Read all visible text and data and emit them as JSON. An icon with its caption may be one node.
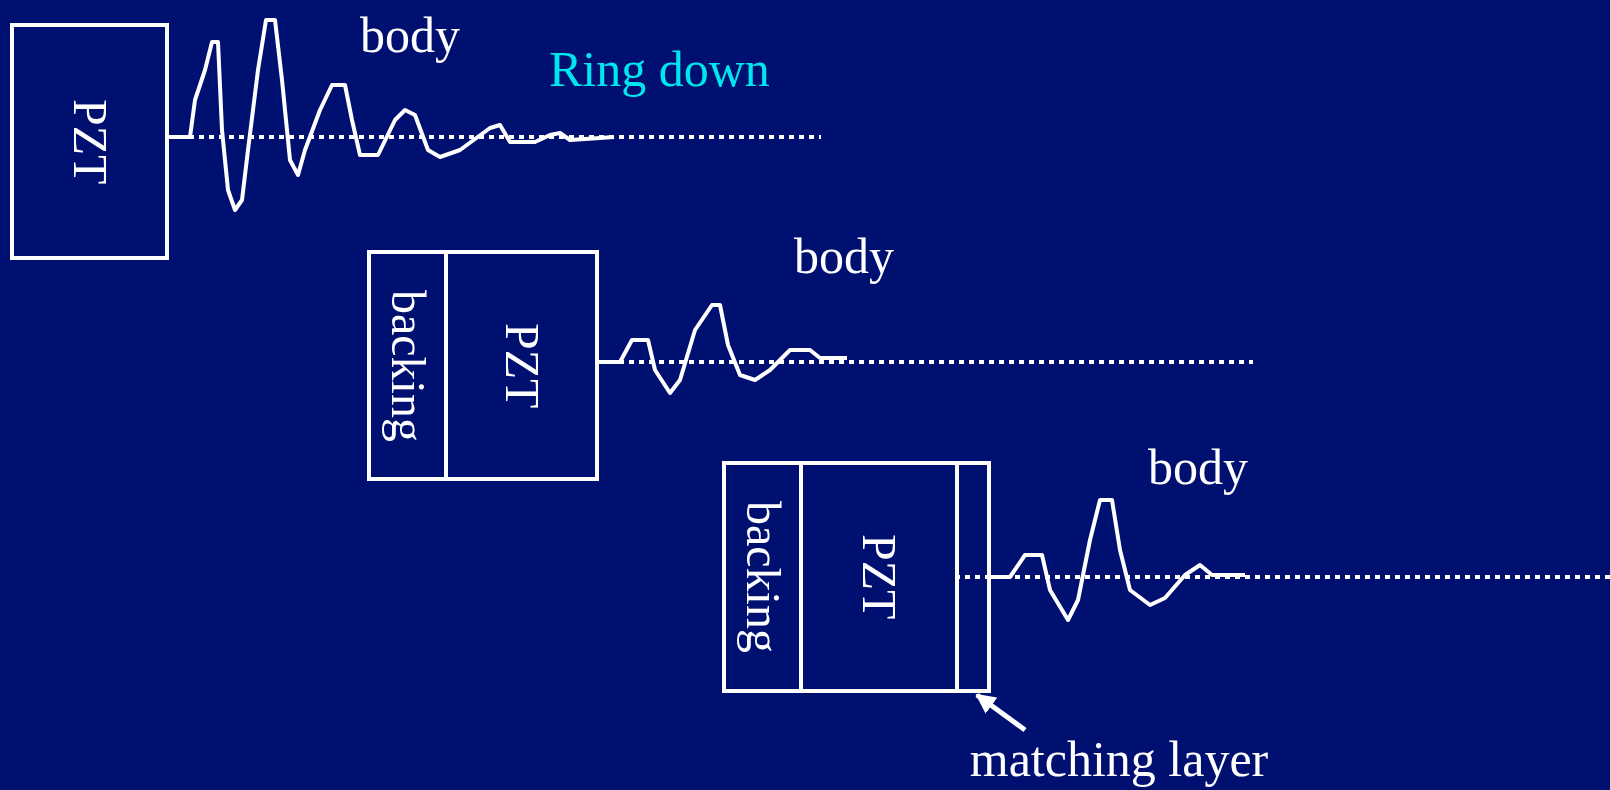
{
  "diagram": {
    "nodes": [
      {
        "text": [
          "PZT"
        ]
      },
      {
        "text": [
          "backing"
        ]
      },
      {
        "text": [
          "PZT"
        ]
      },
      {
        "text": [
          "backing"
        ]
      },
      {
        "text": [
          "PZT"
        ]
      },
      {
        "text": [],
        "shape": "box"
      },
      {
        "text": [
          "matching layer"
        ]
      }
    ],
    "edges": [
      {
        "from": 6,
        "to": 5,
        "arrow": "to"
      }
    ],
    "labels": [
      "body",
      "Ring down",
      "body",
      "body"
    ]
  }
}
